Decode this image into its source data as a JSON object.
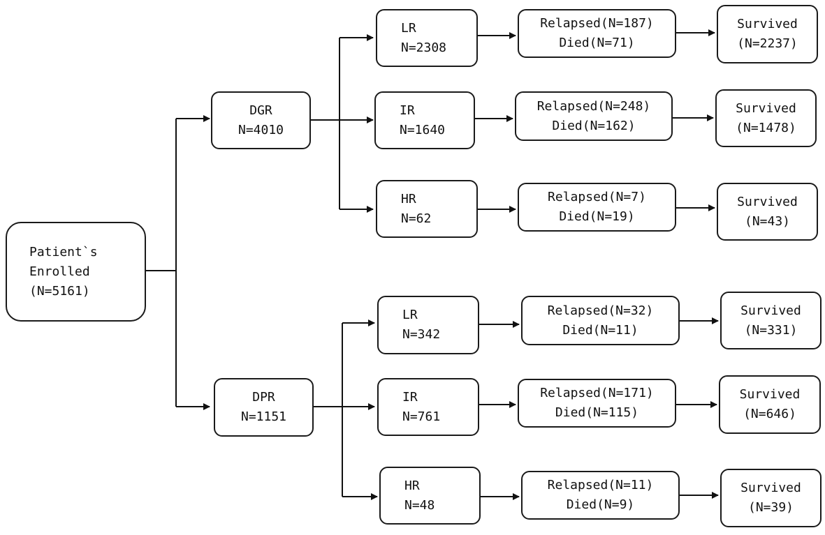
{
  "root": {
    "line1": "Patient`s",
    "line2": "Enrolled",
    "line3": "(N=5161)"
  },
  "groups": [
    {
      "name": "DGR",
      "n": "N=4010"
    },
    {
      "name": "DPR",
      "n": "N=1151"
    }
  ],
  "risk": [
    {
      "name": "LR",
      "n": "N=2308"
    },
    {
      "name": "IR",
      "n": "N=1640"
    },
    {
      "name": "HR",
      "n": "N=62"
    },
    {
      "name": "LR",
      "n": "N=342"
    },
    {
      "name": "IR",
      "n": "N=761"
    },
    {
      "name": "HR",
      "n": "N=48"
    }
  ],
  "outcomes": [
    {
      "relapsed": "Relapsed(N=187)",
      "died": "Died(N=71)"
    },
    {
      "relapsed": "Relapsed(N=248)",
      "died": "Died(N=162)"
    },
    {
      "relapsed": "Relapsed(N=7)",
      "died": "Died(N=19)"
    },
    {
      "relapsed": "Relapsed(N=32)",
      "died": "Died(N=11)"
    },
    {
      "relapsed": "Relapsed(N=171)",
      "died": "Died(N=115)"
    },
    {
      "relapsed": "Relapsed(N=11)",
      "died": "Died(N=9)"
    }
  ],
  "survived": [
    {
      "label": "Survived",
      "n": "(N=2237)"
    },
    {
      "label": "Survived",
      "n": "(N=1478)"
    },
    {
      "label": "Survived",
      "n": "(N=43)"
    },
    {
      "label": "Survived",
      "n": "(N=331)"
    },
    {
      "label": "Survived",
      "n": "(N=646)"
    },
    {
      "label": "Survived",
      "n": "(N=39)"
    }
  ]
}
